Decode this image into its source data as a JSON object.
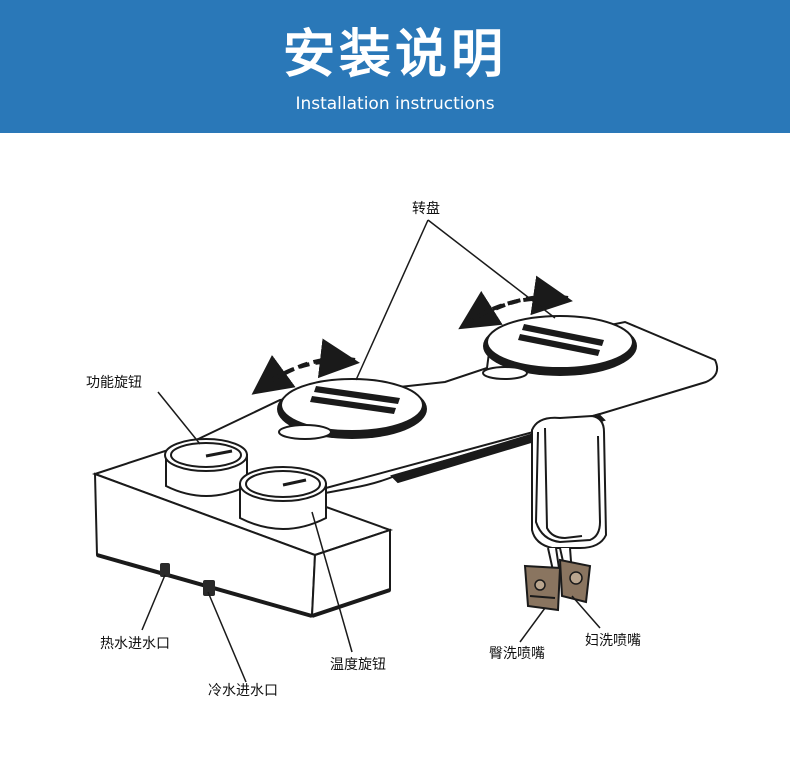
{
  "header": {
    "title": "安装说明",
    "subtitle": "Installation instructions",
    "background_color": "#2a78b8"
  },
  "diagram": {
    "labels": {
      "turntable": "转盘",
      "function_knob": "功能旋钮",
      "temperature_knob": "温度旋钮",
      "hot_water_inlet": "热水进水口",
      "cold_water_inlet": "冷水进水口",
      "rear_wash_nozzle": "臀洗喷嘴",
      "feminine_wash_nozzle": "妇洗喷嘴"
    }
  }
}
